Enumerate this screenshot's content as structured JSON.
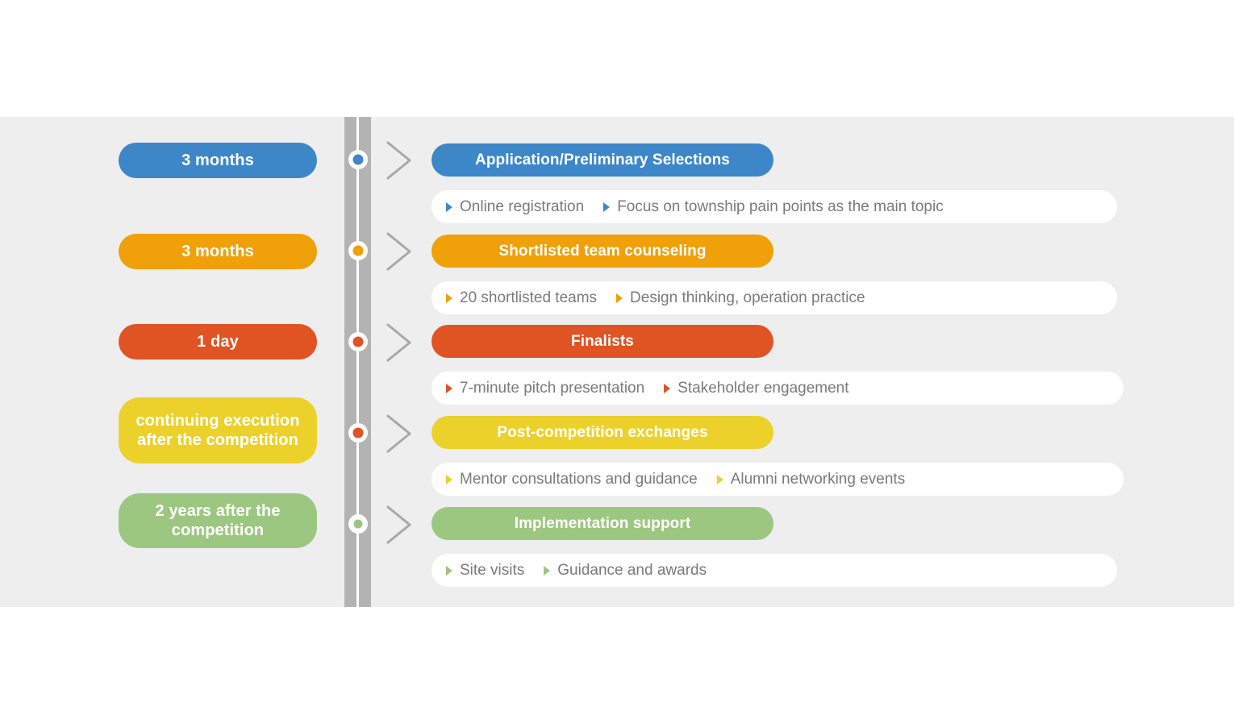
{
  "panel": {
    "background_color": "#eeeeee",
    "page_background_color": "#ffffff"
  },
  "timeline": {
    "band_color": "#b3b3b3",
    "line_color": "#ffffff",
    "chevron_color": "#a8a8a8"
  },
  "rows": [
    {
      "duration_label": "3 months",
      "color": "#3d87c8",
      "dot_color": "#3d87c8",
      "dot_size": 13,
      "title": "Application/Preliminary Selections",
      "details": [
        "Online registration",
        "Focus on township pain points as the main topic"
      ],
      "detail_bar_width": 850
    },
    {
      "duration_label": "3 months",
      "color": "#f0a009",
      "dot_color": "#f0a009",
      "dot_size": 13,
      "title": "Shortlisted team counseling",
      "details": [
        "20 shortlisted teams",
        "Design thinking, operation practice"
      ],
      "detail_bar_width": 850
    },
    {
      "duration_label": "1 day",
      "color": "#e05323",
      "dot_color": "#e05323",
      "dot_size": 13,
      "title": "Finalists",
      "details": [
        "7-minute pitch presentation",
        "Stakeholder engagement"
      ],
      "detail_bar_width": 858
    },
    {
      "duration_label": "continuing execution after the competition",
      "color": "#ecd12b",
      "dot_color": "#e05323",
      "dot_size": 13,
      "title": "Post-competition exchanges",
      "details": [
        "Mentor consultations and guidance",
        "Alumni networking events"
      ],
      "detail_bar_width": 858
    },
    {
      "duration_label": "2 years after the competition",
      "color": "#9cc780",
      "dot_color": "#9cc780",
      "dot_size": 11,
      "title": "Implementation support",
      "details": [
        "Site visits",
        "Guidance and awards"
      ],
      "detail_bar_width": 850
    }
  ]
}
